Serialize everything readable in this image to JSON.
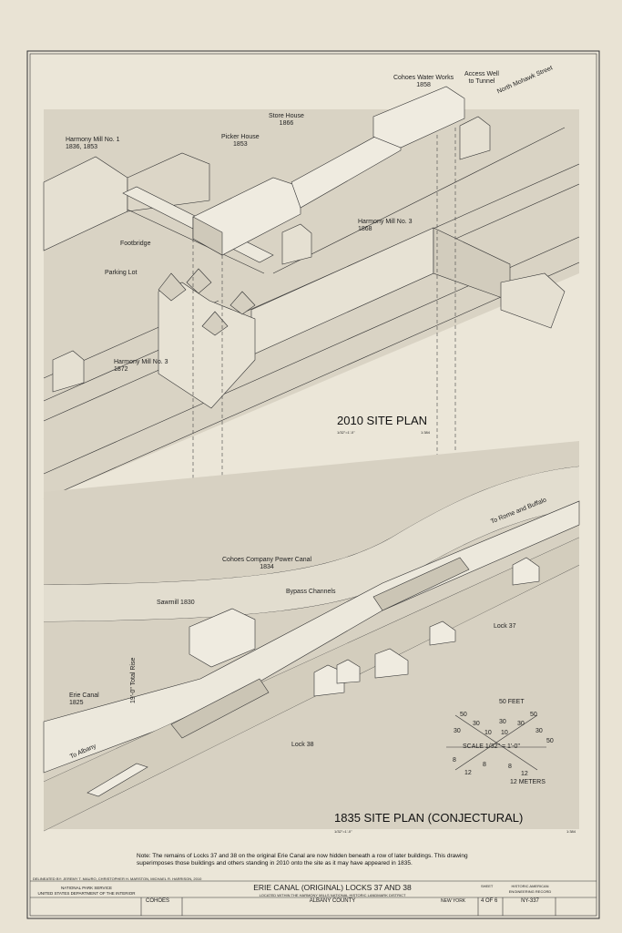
{
  "plan_2010": {
    "title": "2010 SITE PLAN",
    "scale_imperial": "1/32\"=1'-0\"",
    "scale_metric": "1:384",
    "labels": {
      "cohoes_water_works": "Cohoes Water Works",
      "cohoes_water_works_year": "1858",
      "access_well": "Access Well",
      "access_well_2": "to Tunnel",
      "store_house": "Store House",
      "store_house_year": "1866",
      "north_mohawk": "North Mohawk Street",
      "harmony_mill_1": "Harmony Mill No. 1",
      "harmony_mill_1_years": "1836, 1853",
      "picker_house": "Picker House",
      "picker_house_year": "1853",
      "harmony_mill_3_1868": "Harmony Mill No. 3",
      "harmony_mill_3_1868_year": "1868",
      "footbridge": "Footbridge",
      "parking_lot": "Parking Lot",
      "harmony_mill_3_1872": "Harmony Mill No. 3",
      "harmony_mill_3_1872_year": "1872"
    }
  },
  "plan_1835": {
    "title": "1835 SITE PLAN (CONJECTURAL)",
    "scale_imperial": "1/32\"=1'-0\"",
    "scale_metric": "1:384",
    "labels": {
      "to_rome": "To Rome and Buffalo",
      "power_canal": "Cohoes Company Power Canal",
      "power_canal_year": "1834",
      "sawmill": "Sawmill 1830",
      "bypass": "Bypass Channels",
      "lock_37": "Lock 37",
      "total_rise": "19'-0\" Total Rise",
      "erie_canal": "Erie Canal",
      "erie_canal_year": "1825",
      "to_albany": "To Albany",
      "lock_38": "Lock 38"
    }
  },
  "scale_bar": {
    "feet_label": "50 FEET",
    "scale_text": "SCALE  1/32\" = 1'-0\"",
    "meters_label": "12 METERS",
    "t50a": "50",
    "t30a": "30",
    "t30b": "30",
    "t10a": "10",
    "t10b": "10",
    "t30c": "30",
    "t50b": "50",
    "t30d": "30",
    "t30e": "30",
    "t50c": "50",
    "m8a": "8",
    "m12a": "12",
    "m8b": "8",
    "m8c": "8",
    "m12b": "12"
  },
  "note": "Note: The remains of Locks 37 and 38 on the original Erie Canal are now hidden beneath a row of later buildings. This drawing superimposes those buildings and others standing in 2010 onto the site as it may have appeared in 1835.",
  "delineated": "DELINEATED BY: JEREMY T. MAURO, CHRISTOPHER H. MARSTON, MICHAEL R. HARRISON, 2010",
  "title_block": {
    "agency_1": "NATIONAL PARK SERVICE",
    "agency_2": "UNITED STATES DEPARTMENT OF THE INTERIOR",
    "city": "COHOES",
    "main_title": "ERIE CANAL (ORIGINAL) LOCKS 37 AND 38",
    "subtitle": "LOCATED WITHIN THE HARMONY MILLS NATIONAL HISTORIC LANDMARK DISTRICT",
    "county": "ALBANY COUNTY",
    "state": "NEW YORK",
    "sheet_label": "SHEET",
    "sheet_no": "4",
    "sheet_of": "OF",
    "sheet_total": "6",
    "record_1": "HISTORIC AMERICAN",
    "record_2": "ENGINEERING RECORD",
    "record_no": "NY-337"
  }
}
